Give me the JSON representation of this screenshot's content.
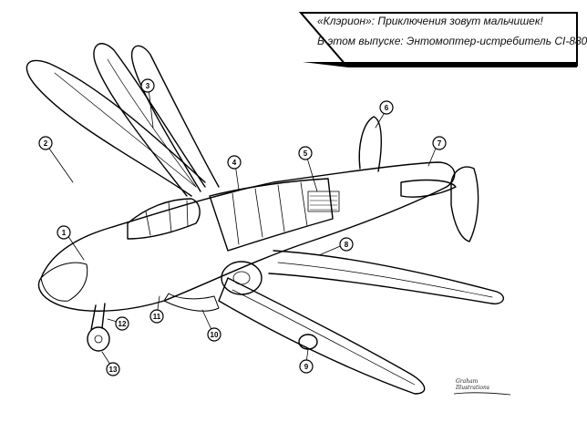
{
  "caption": {
    "line1": "«Клэрион»: Приключения зовут мальчишек!",
    "line2": "В этом выпуске: Энтомоптер-истребитель CI-880"
  },
  "callouts": [
    "1",
    "2",
    "3",
    "4",
    "5",
    "6",
    "7",
    "8",
    "9",
    "10",
    "11",
    "12",
    "13"
  ],
  "signature": {
    "line1": "Graham",
    "line2": "Illustrations"
  },
  "colors": {
    "ink": "#000000",
    "paper": "#ffffff"
  }
}
